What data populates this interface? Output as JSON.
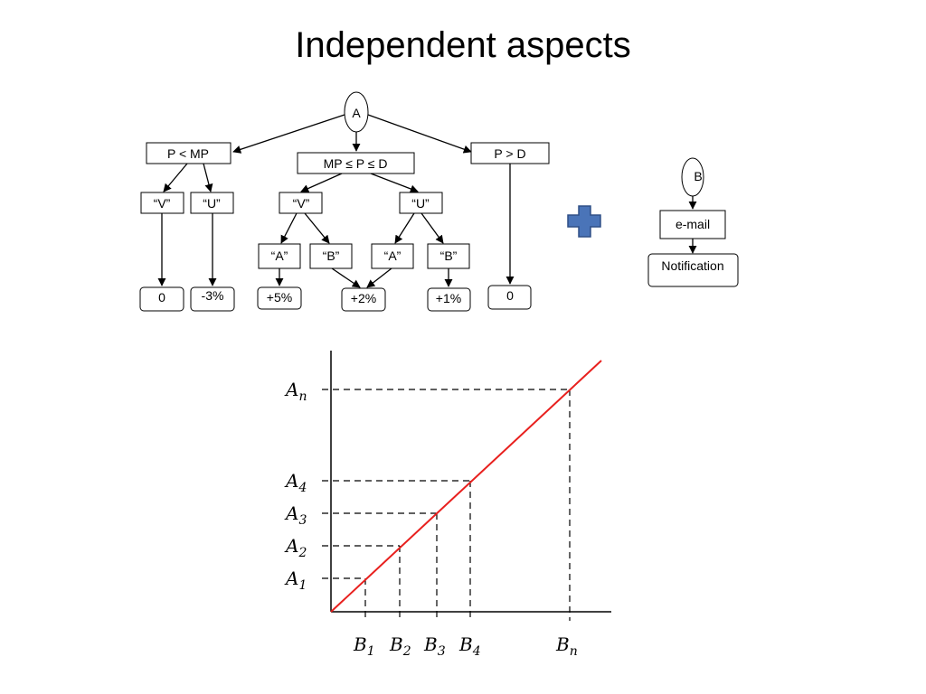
{
  "title": "Independent aspects",
  "tree_a": {
    "root": "A",
    "left": {
      "label": "P < MP",
      "v": "“V”",
      "u": "“U”",
      "v_result": "0",
      "u_result": "-3%"
    },
    "middle": {
      "label": "MP ≤ P ≤ D",
      "v": "“V”",
      "u": "“U”",
      "v_a": "“A”",
      "v_b": "“B”",
      "u_a": "“A”",
      "u_b": "“B”",
      "res_v_a": "+5%",
      "res_b": "+2%",
      "res_u_b": "+1%"
    },
    "right": {
      "label": "P > D",
      "result": "0"
    }
  },
  "plus_color": "#4a74b8",
  "tree_b": {
    "root": "B",
    "email": "e-mail",
    "notification": "Notification"
  },
  "graph": {
    "line_color": "#e8201e",
    "y_labels": [
      {
        "main": "A",
        "sub": "n"
      },
      {
        "main": "A",
        "sub": "4"
      },
      {
        "main": "A",
        "sub": "3"
      },
      {
        "main": "A",
        "sub": "2"
      },
      {
        "main": "A",
        "sub": "1"
      }
    ],
    "x_labels": [
      {
        "main": "B",
        "sub": "1"
      },
      {
        "main": "B",
        "sub": "2"
      },
      {
        "main": "B",
        "sub": "3"
      },
      {
        "main": "B",
        "sub": "4"
      },
      {
        "main": "B",
        "sub": "n"
      }
    ]
  }
}
